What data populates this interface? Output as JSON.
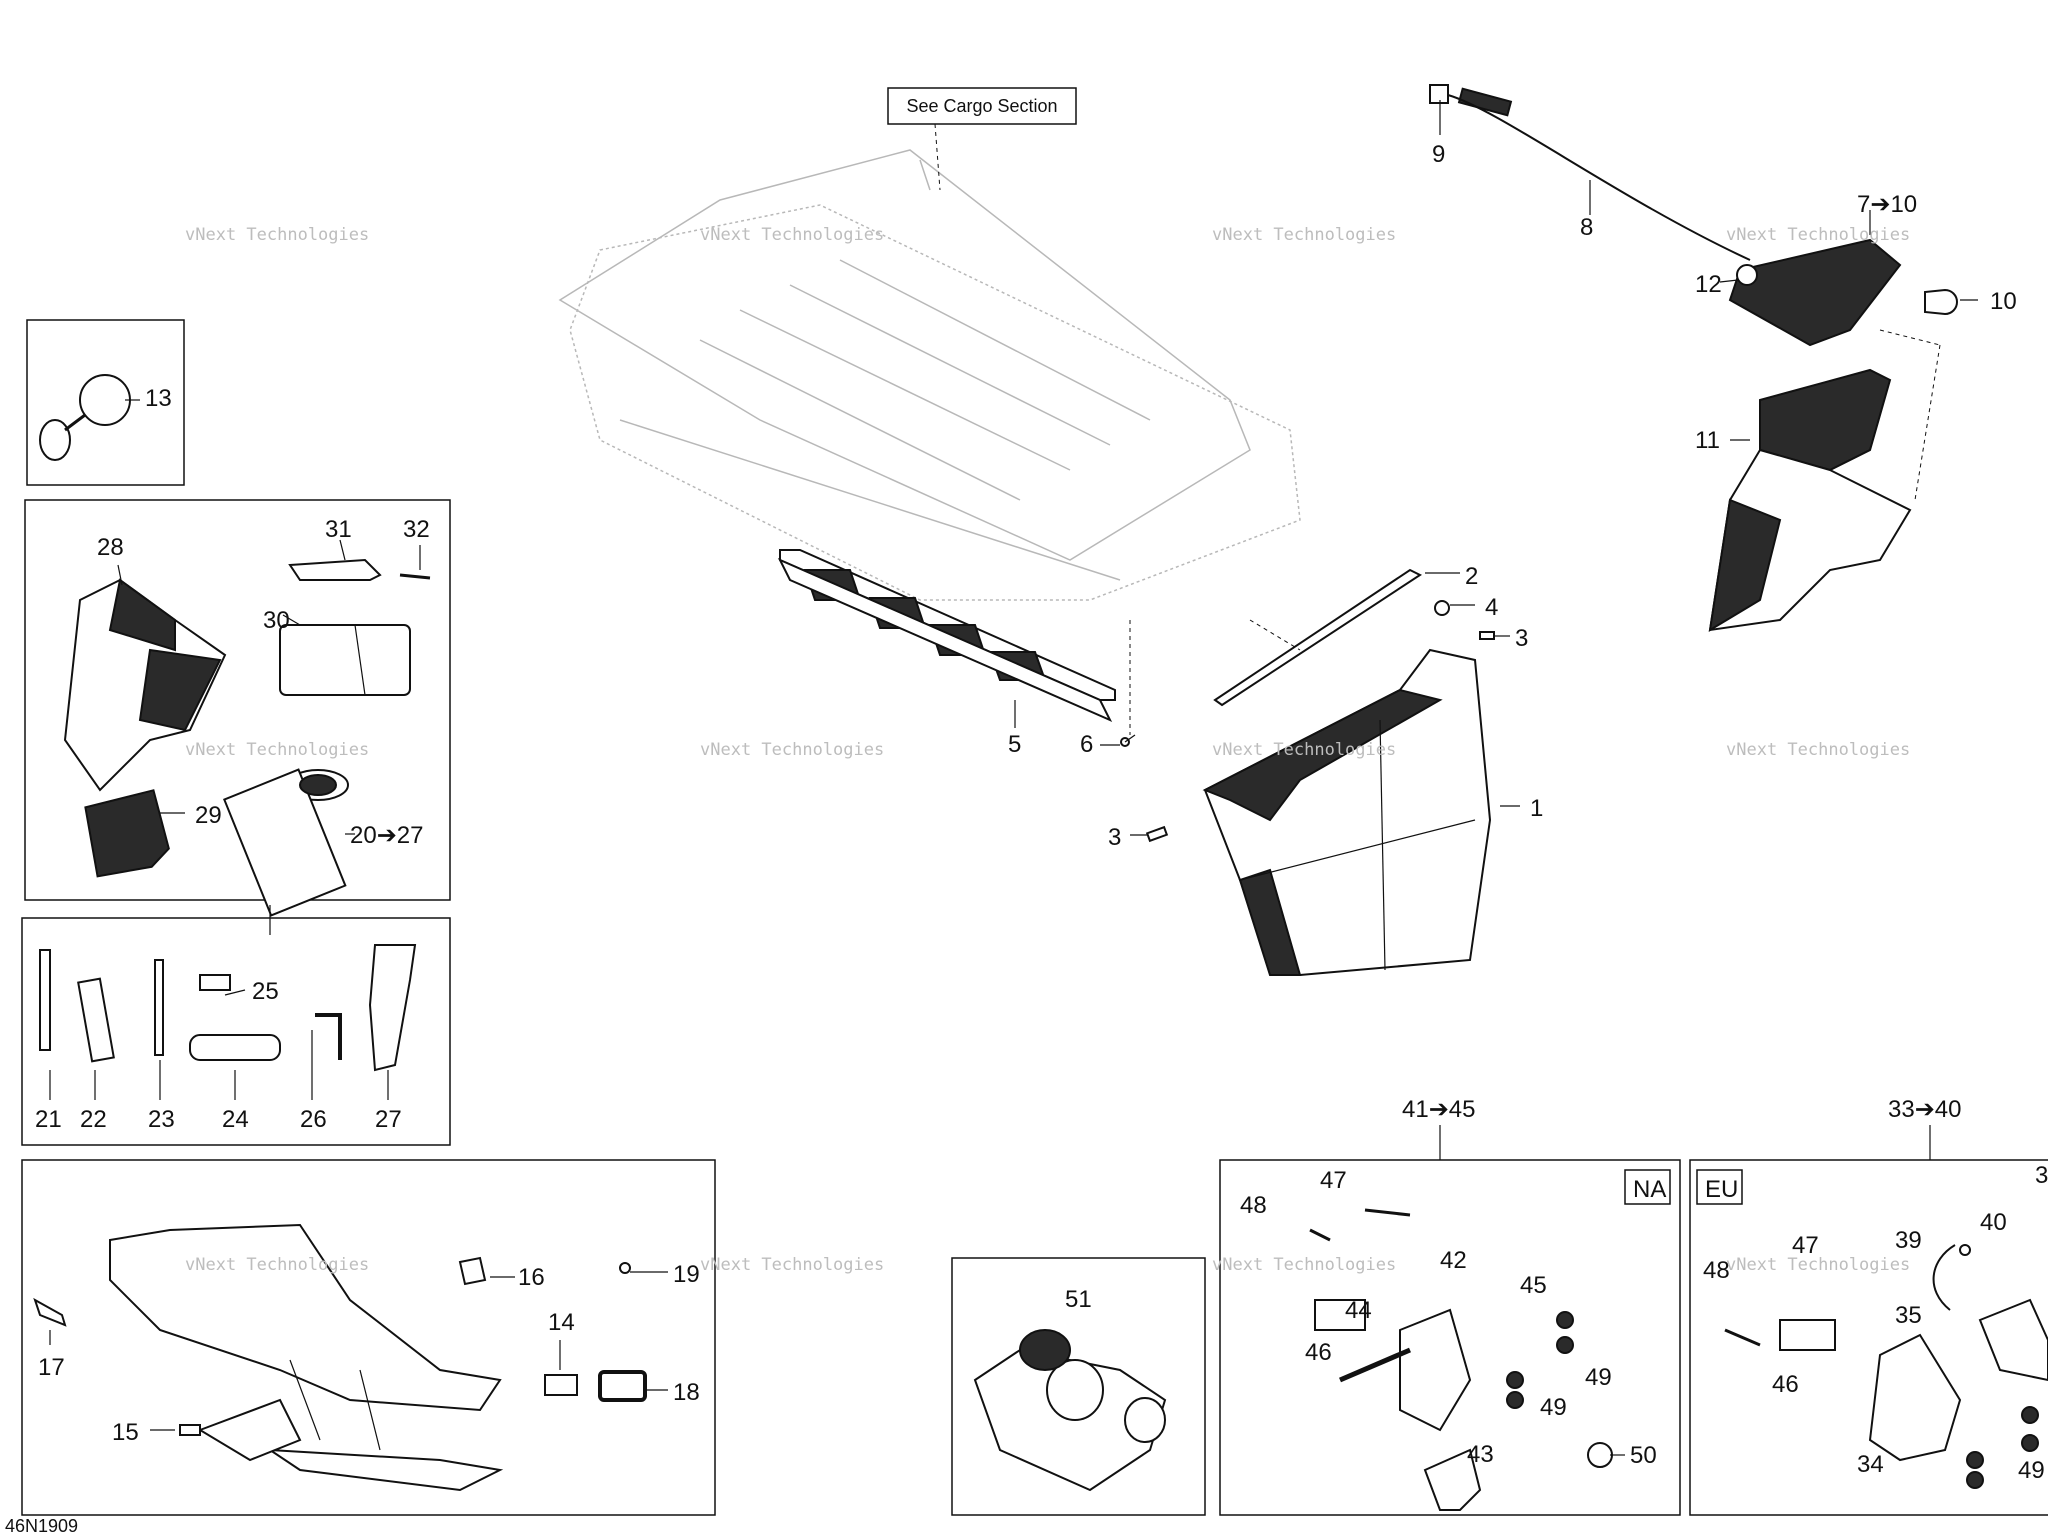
{
  "diagram_code": "46N1909",
  "callout_box": "See Cargo Section",
  "region_tags": {
    "na": "NA",
    "eu": "EU"
  },
  "group_labels": {
    "g41": "41➔45",
    "g33": "33➔40",
    "g7": "7➔10",
    "g20": "20➔27"
  },
  "watermark": {
    "line1": "vNext Technologies",
    "line2": "Technologies",
    "top": "vNext"
  },
  "labels": {
    "p1": "1",
    "p2": "2",
    "p3a": "3",
    "p3b": "3",
    "p4": "4",
    "p5": "5",
    "p6": "6",
    "p8": "8",
    "p9": "9",
    "p10": "10",
    "p11": "11",
    "p12": "12",
    "p13": "13",
    "p14": "14",
    "p15": "15",
    "p16": "16",
    "p17": "17",
    "p18": "18",
    "p19": "19",
    "p21": "21",
    "p22": "22",
    "p23": "23",
    "p24": "24",
    "p25": "25",
    "p26": "26",
    "p27": "27",
    "p28": "28",
    "p29": "29",
    "p30": "30",
    "p31": "31",
    "p32": "32",
    "p34": "34",
    "p35": "35",
    "p39": "39",
    "p40": "40",
    "p42": "42",
    "p43": "43",
    "p44": "44",
    "p45": "45",
    "p46a": "46",
    "p46b": "46",
    "p47a": "47",
    "p47b": "47",
    "p48a": "48",
    "p48b": "48",
    "p49a": "49",
    "p49b": "49",
    "p49c": "49",
    "p50": "50",
    "p51": "51",
    "p3c": "3"
  },
  "colors": {
    "line": "#111111",
    "ghost": "#b8b8b8",
    "watermark": "#bdbdbd",
    "fill_dark": "#2a2a2a"
  }
}
